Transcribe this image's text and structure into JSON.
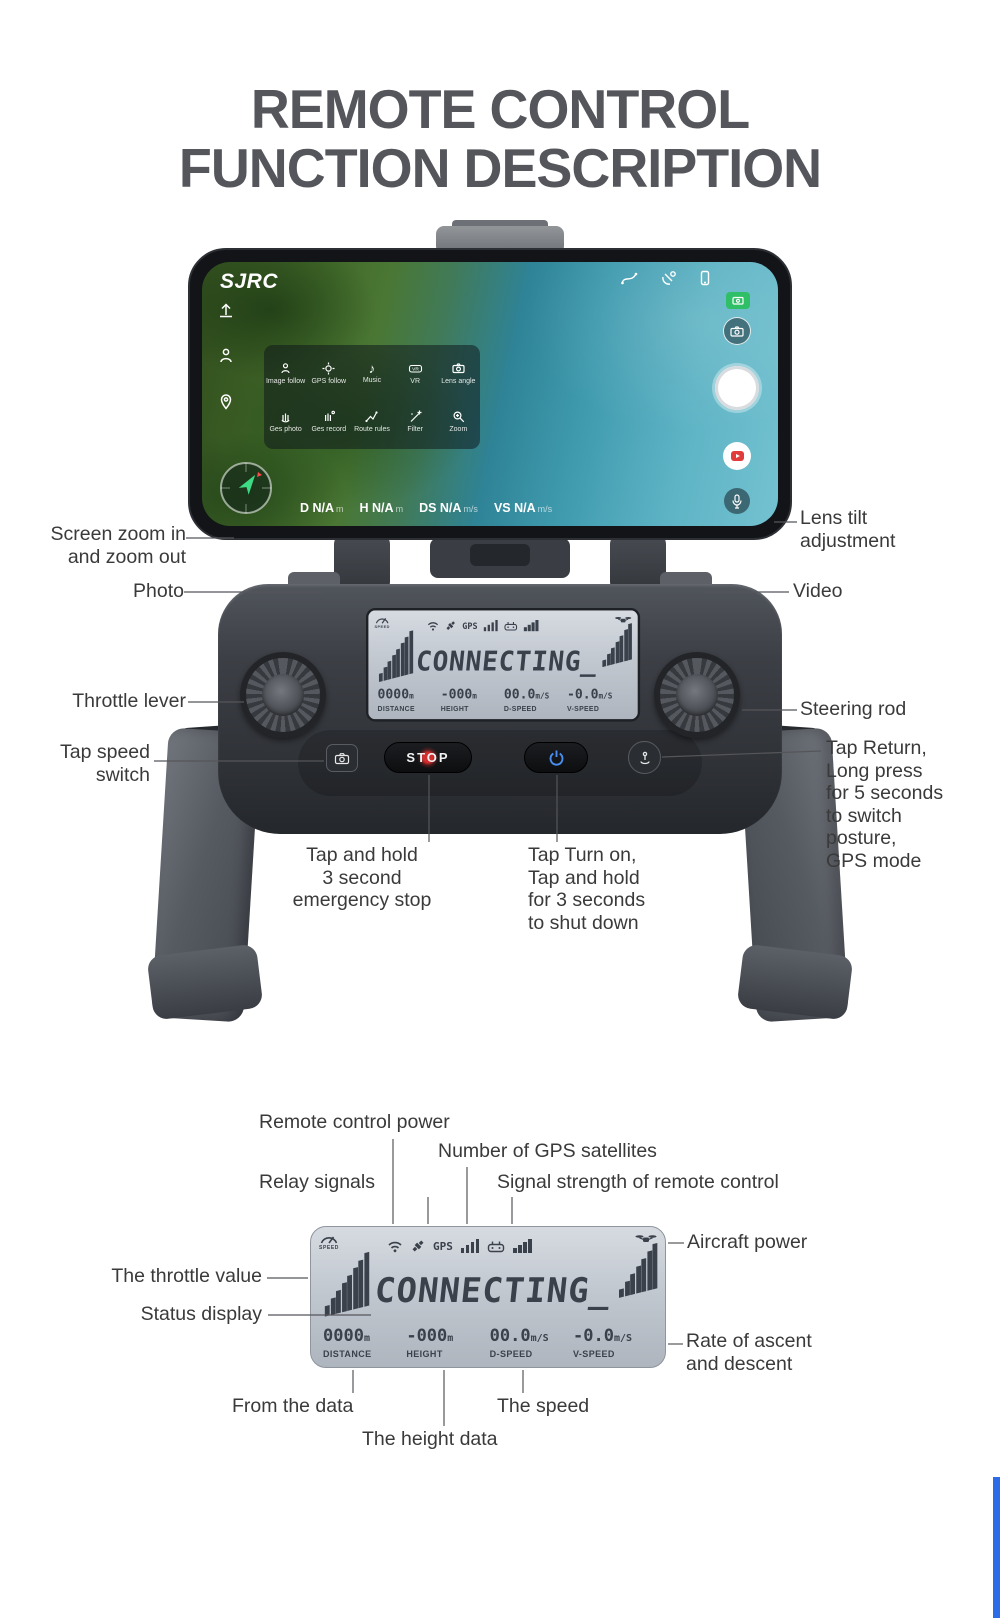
{
  "title": {
    "line1": "REMOTE CONTROL",
    "line2": "FUNCTION DESCRIPTION"
  },
  "phone": {
    "brand": "SJRC",
    "menu": {
      "row1": [
        {
          "label": "Image follow"
        },
        {
          "label": "GPS follow"
        },
        {
          "label": "Music"
        },
        {
          "label": "VR"
        },
        {
          "label": "Lens angle"
        }
      ],
      "row2": [
        {
          "label": "Ges photo"
        },
        {
          "label": "Ges record"
        },
        {
          "label": "Route rules"
        },
        {
          "label": "Filter"
        },
        {
          "label": "Zoom"
        }
      ]
    },
    "hud": [
      {
        "value": "D N/A",
        "unit": "m"
      },
      {
        "value": "H N/A",
        "unit": "m"
      },
      {
        "value": "DS N/A",
        "unit": "m/s"
      },
      {
        "value": "VS N/A",
        "unit": "m/s"
      }
    ]
  },
  "lcd": {
    "status": "CONNECTING_",
    "gps_label": "GPS",
    "speed_label": "SPEED",
    "fields": [
      {
        "value": "0000",
        "unit": "m",
        "label": "DISTANCE"
      },
      {
        "value": "-000",
        "unit": "m",
        "label": "HEIGHT"
      },
      {
        "value": "00.0",
        "unit": "m/S",
        "label": "D-SPEED"
      },
      {
        "value": "-0.0",
        "unit": "m/S",
        "label": "V-SPEED"
      }
    ]
  },
  "controller": {
    "stop_label": "STOP"
  },
  "callouts": {
    "screen_zoom": "Screen zoom in\nand zoom out",
    "photo": "Photo",
    "throttle_lever": "Throttle lever",
    "tap_speed": "Tap speed\nswitch",
    "lens_tilt": "Lens tilt\nadjustment",
    "video": "Video",
    "steering_rod": "Steering rod",
    "tap_return": "Tap Return,\nLong press\nfor 5 seconds\nto switch\nposture,\nGPS mode",
    "emergency_stop": "Tap and hold\n3 second\nemergency stop",
    "turn_on": "Tap Turn on,\nTap and hold\nfor 3 seconds\nto shut down",
    "remote_power": "Remote control power",
    "gps_satellites": "Number of GPS satellites",
    "relay_signals": "Relay signals",
    "signal_strength": "Signal strength of remote control",
    "aircraft_power": "Aircraft power",
    "throttle_value": "The throttle value",
    "status_display": "Status display",
    "rate_ascent": "Rate of ascent\nand descent",
    "from_data": "From the data",
    "speed": "The speed",
    "height_data": "The height data"
  }
}
